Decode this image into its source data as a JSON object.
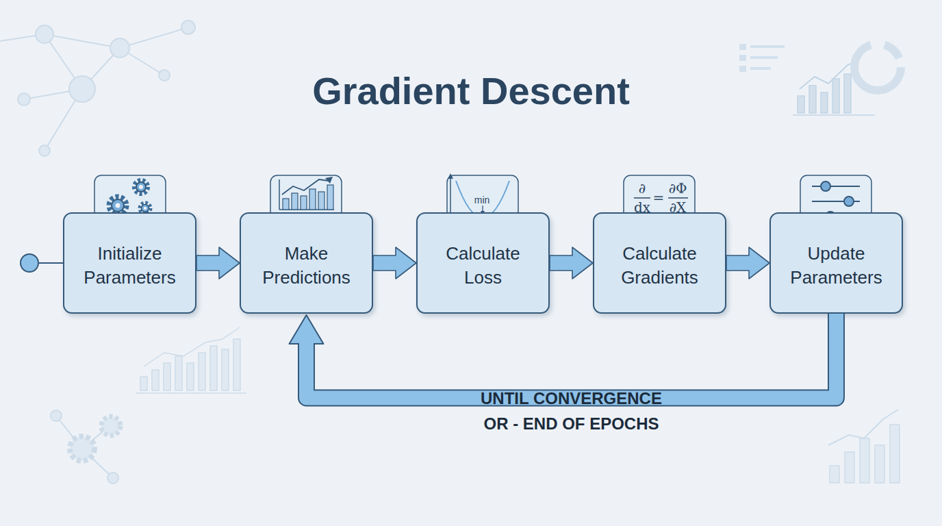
{
  "diagram": {
    "title": "Gradient Descent",
    "nodes": [
      {
        "text": [
          "Initialize Parameters"
        ]
      },
      {
        "text": [
          "Make Predictions"
        ]
      },
      {
        "text": [
          "Calculate Loss"
        ]
      },
      {
        "text": [
          "Calculate Gradients"
        ]
      },
      {
        "text": [
          "Update Parameters"
        ]
      }
    ],
    "edges": [
      {
        "from": 0,
        "to": 1,
        "arrow": "to"
      },
      {
        "from": 1,
        "to": 2,
        "arrow": "to"
      },
      {
        "from": 2,
        "to": 3,
        "arrow": "to"
      },
      {
        "from": 3,
        "to": 4,
        "arrow": "to"
      },
      {
        "from": 4,
        "to": 1,
        "label": "UNTIL CONVERGENCE OR - END OF EPOCHS",
        "arrow": "to"
      }
    ],
    "labels": [
      "min",
      "∂",
      "dx",
      "=",
      "∂Φ",
      "∂X"
    ]
  }
}
